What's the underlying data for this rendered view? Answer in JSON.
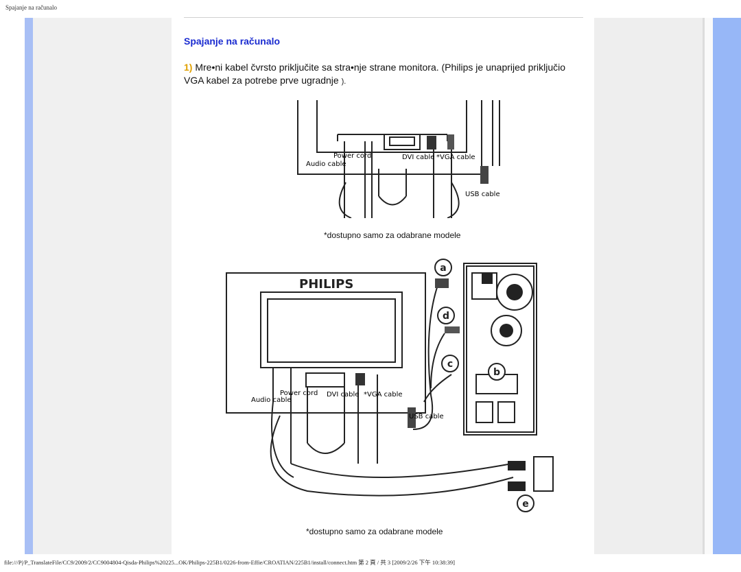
{
  "header": {
    "running_title": "Spajanje na računalo"
  },
  "main": {
    "heading": "Spajanje na računalo",
    "step_number": "1)",
    "step_text": "Mre•ni kabel čvrsto priključite sa stra•nje strane monitora. (Philips je unaprijed priključio VGA kabel za potrebe prve ugradnje",
    "step_tail": ").",
    "figure1": {
      "labels": {
        "power": "Power cord",
        "audio": "Audio cable",
        "dvi": "DVI cable",
        "vga": "*VGA cable",
        "usb": "USB cable"
      },
      "caption": "*dostupno samo za odabrane modele"
    },
    "figure2": {
      "brand": "PHILIPS",
      "labels": {
        "power": "Power cord",
        "audio": "Audio cable",
        "dvi": "DVI cable",
        "vga": "*VGA cable",
        "usb": "USB cable"
      },
      "callouts": {
        "a": "a",
        "b": "b",
        "c": "c",
        "d": "d",
        "e": "e"
      },
      "caption": "*dostupno samo za odabrane modele"
    }
  },
  "footer": {
    "path": "file:///P|/P_TranslateFile/CC9/2009/2/CC9004804-Qisda-Philips%20225...OK/Philips-225B1/0226-from-Effie/CROATIAN/225B1/install/connect.htm 第 2 頁 / 共 3 [2009/2/26 下午 10:38:39]"
  }
}
